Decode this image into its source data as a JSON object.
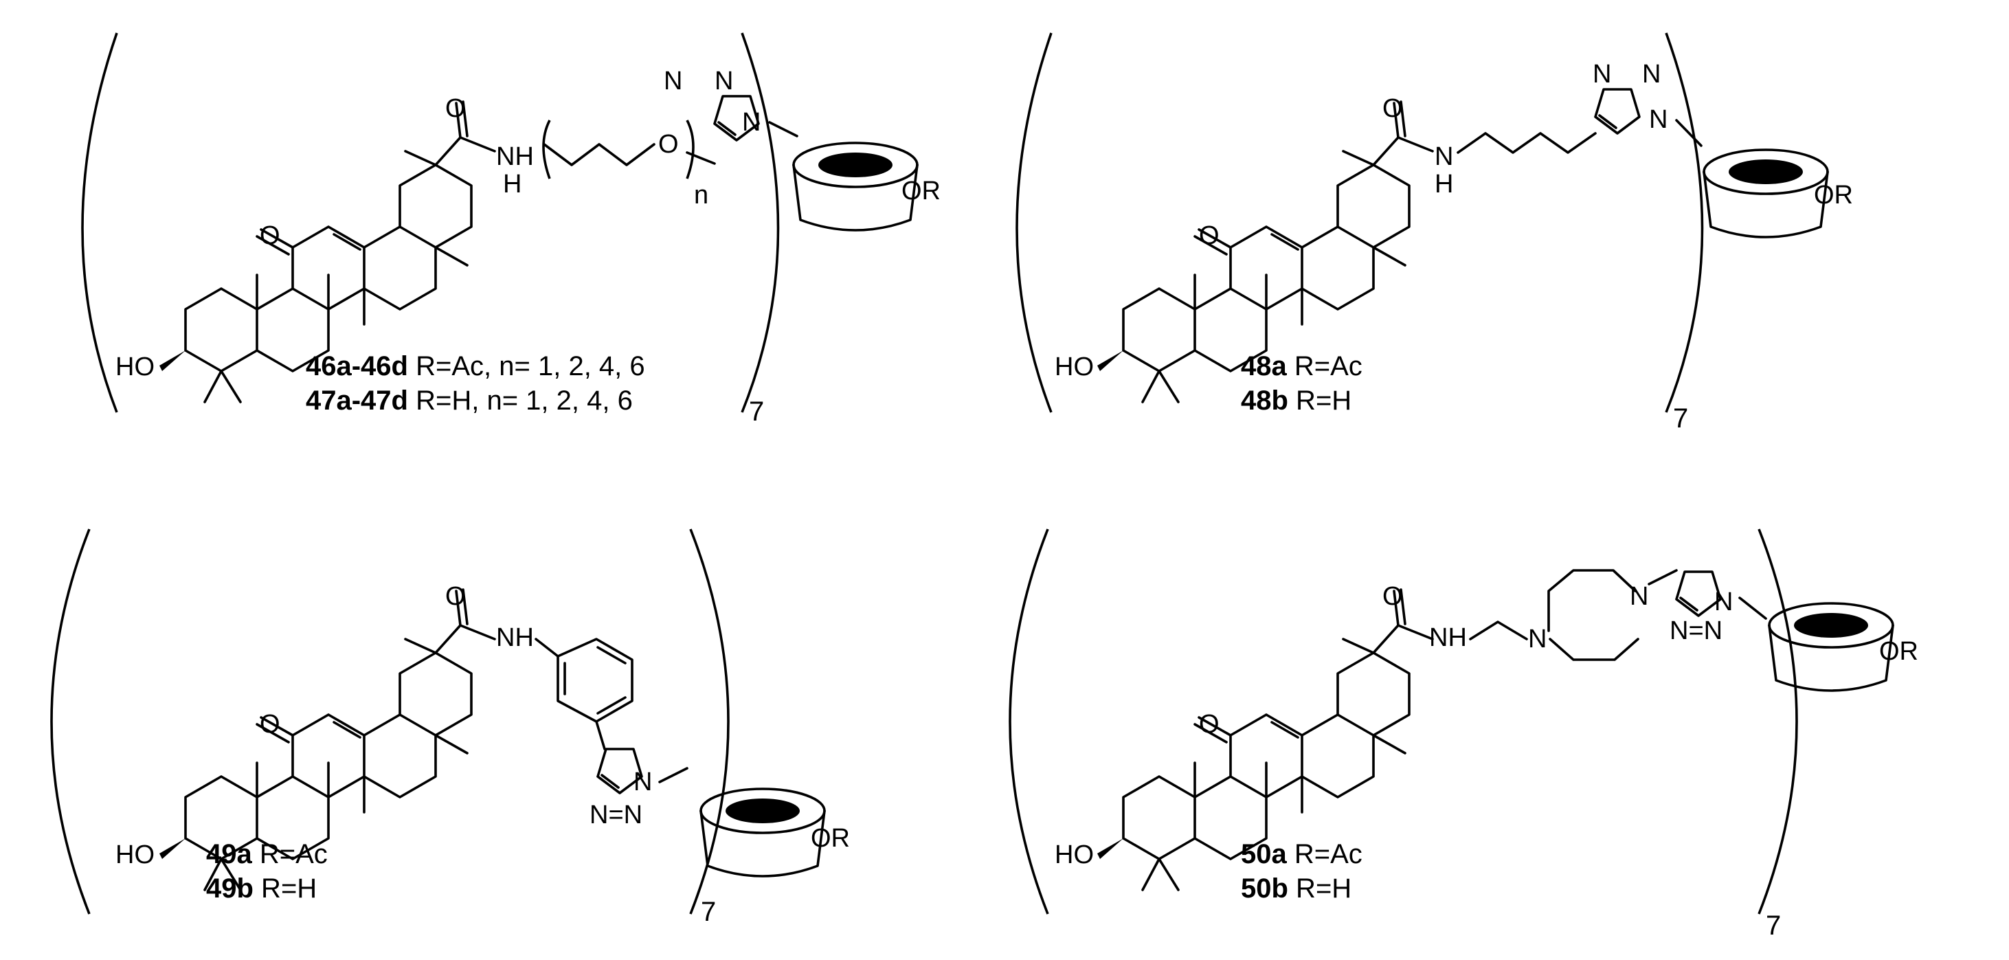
{
  "structures": [
    {
      "id": "top-left",
      "labels": [
        {
          "bold": "46a-46d",
          "text": " R=Ac, n= 1, 2, 4, 6"
        },
        {
          "bold": "47a-47d",
          "text": " R=H, n= 1, 2, 4, 6"
        }
      ],
      "repeat": "7",
      "linker_atoms": {
        "nh": "NH",
        "h": "H",
        "o": "O",
        "n_sub": "n"
      }
    },
    {
      "id": "top-right",
      "labels": [
        {
          "bold": "48a",
          "text": " R=Ac"
        },
        {
          "bold": "48b",
          "text": " R=H"
        }
      ],
      "repeat": "7",
      "linker_atoms": {
        "nh": "N",
        "h": "H"
      }
    },
    {
      "id": "bottom-left",
      "labels": [
        {
          "bold": "49a",
          "text": " R=Ac"
        },
        {
          "bold": "49b",
          "text": " R=H"
        }
      ],
      "repeat": "7",
      "linker_atoms": {
        "nh": "NH"
      }
    },
    {
      "id": "bottom-right",
      "labels": [
        {
          "bold": "50a",
          "text": " R=Ac"
        },
        {
          "bold": "50b",
          "text": " R=H"
        }
      ],
      "repeat": "7",
      "linker_atoms": {
        "nh": "NH",
        "n": "N"
      }
    }
  ],
  "atoms": {
    "ho": "HO",
    "o": "O",
    "n": "N",
    "n1": "N",
    "nn": "N=N",
    "or": "OR",
    "dash": "—",
    "eq": "="
  }
}
